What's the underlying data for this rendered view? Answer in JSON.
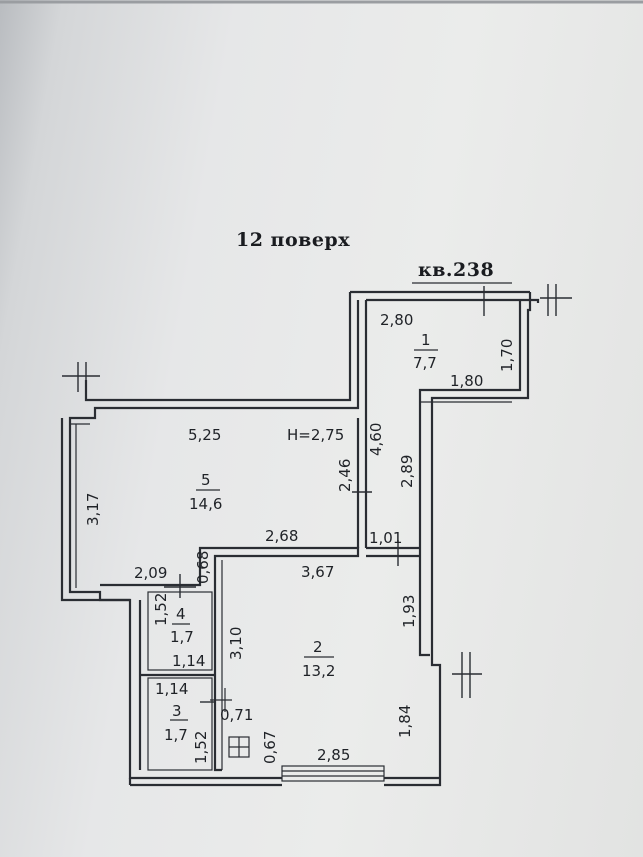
{
  "floor_title": "12 поверх",
  "apartment_label": "кв.238",
  "height_label": "H=2,75",
  "rooms": [
    {
      "number": "1",
      "area": "7,7"
    },
    {
      "number": "2",
      "area": "13,2"
    },
    {
      "number": "3",
      "area": "1,7"
    },
    {
      "number": "4",
      "area": "1,7"
    },
    {
      "number": "5",
      "area": "14,6"
    }
  ],
  "dimensions": {
    "r1_top": "2,80",
    "r1_side": "1,70",
    "r1_bottom": "1,80",
    "corridor_left": "4,60",
    "corridor_right": "2,89",
    "corridor_bottom": "1,01",
    "r5_top": "5,25",
    "r5_left": "3,17",
    "r5_inner": "2,46",
    "r5_bottom": "2,68",
    "r5_lower_left": "2,09",
    "r5_stub": "0,68",
    "r2_top": "3,67",
    "r2_right_upper": "1,93",
    "r2_right_lower": "1,84",
    "r2_left": "3,10",
    "r2_bottom": "2,85",
    "r2_small_a": "0,71",
    "r2_small_b": "0,67",
    "r4_height": "1,52",
    "r4_width": "1,14",
    "r3_width": "1,14",
    "r3_height": "1,52"
  }
}
